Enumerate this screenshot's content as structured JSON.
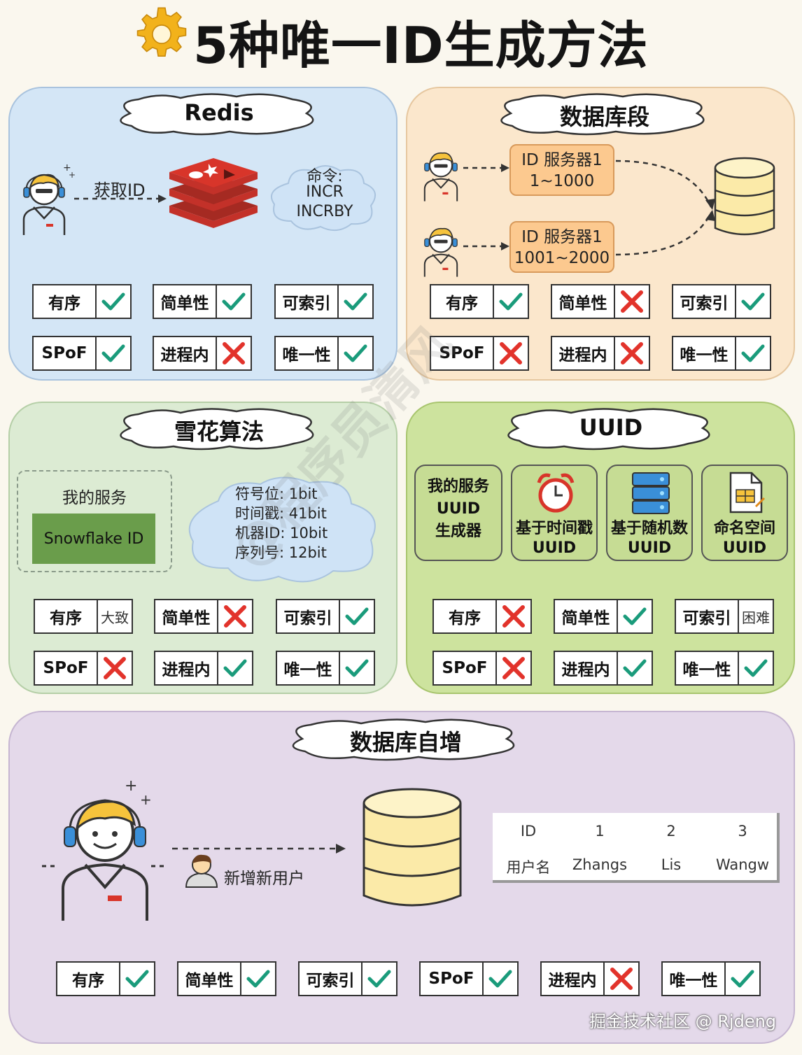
{
  "title": "5种唯一ID生成方法",
  "icons": {
    "title": "gear-icon",
    "person": "support-agent-icon",
    "redis": "redis-logo-icon",
    "database": "database-icon",
    "check": "check-icon",
    "cross": "cross-icon",
    "clock": "alarm-clock-icon",
    "server": "server-rack-icon",
    "document": "spreadsheet-doc-icon",
    "user": "user-avatar-icon"
  },
  "colors": {
    "check": "#1a9b7b",
    "cross": "#e2332b",
    "redis_red": "#d8352a",
    "database_fill": "#fbeaa8",
    "snowflake_box": "#6a9d4b"
  },
  "redis": {
    "header": "Redis",
    "arrow_label": "获取ID",
    "cloud_lines": [
      "命令:",
      "INCR",
      "INCRBY"
    ],
    "props": [
      {
        "label": "有序",
        "mark": "check"
      },
      {
        "label": "简单性",
        "mark": "check"
      },
      {
        "label": "可索引",
        "mark": "check"
      },
      {
        "label": "SPoF",
        "mark": "check"
      },
      {
        "label": "进程内",
        "mark": "cross"
      },
      {
        "label": "唯一性",
        "mark": "check"
      }
    ]
  },
  "segment": {
    "header": "数据库段",
    "servers": [
      {
        "line1": "ID 服务器1",
        "line2": "1~1000"
      },
      {
        "line1": "ID 服务器1",
        "line2": "1001~2000"
      }
    ],
    "props": [
      {
        "label": "有序",
        "mark": "check"
      },
      {
        "label": "简单性",
        "mark": "cross"
      },
      {
        "label": "可索引",
        "mark": "check"
      },
      {
        "label": "SPoF",
        "mark": "cross"
      },
      {
        "label": "进程内",
        "mark": "cross"
      },
      {
        "label": "唯一性",
        "mark": "check"
      }
    ]
  },
  "snowflake": {
    "header": "雪花算法",
    "service_label": "我的服务",
    "box_label": "Snowflake ID",
    "cloud_lines": [
      "符号位: 1bit",
      "时间戳: 41bit",
      "机器ID: 10bit",
      "序列号: 12bit"
    ],
    "props": [
      {
        "label": "有序",
        "mark": "text",
        "text": "大致"
      },
      {
        "label": "简单性",
        "mark": "cross"
      },
      {
        "label": "可索引",
        "mark": "check"
      },
      {
        "label": "SPoF",
        "mark": "cross"
      },
      {
        "label": "进程内",
        "mark": "check"
      },
      {
        "label": "唯一性",
        "mark": "check"
      }
    ]
  },
  "uuid": {
    "header": "UUID",
    "cards": [
      {
        "line1": "我的服务",
        "line2": "UUID",
        "line3": "生成器"
      },
      {
        "line1": "基于时间戳",
        "line2": "UUID"
      },
      {
        "line1": "基于随机数",
        "line2": "UUID"
      },
      {
        "line1": "命名空间",
        "line2": "UUID"
      }
    ],
    "props": [
      {
        "label": "有序",
        "mark": "cross"
      },
      {
        "label": "简单性",
        "mark": "check"
      },
      {
        "label": "可索引",
        "mark": "text",
        "text": "困难"
      },
      {
        "label": "SPoF",
        "mark": "cross"
      },
      {
        "label": "进程内",
        "mark": "check"
      },
      {
        "label": "唯一性",
        "mark": "check"
      }
    ]
  },
  "autoinc": {
    "header": "数据库自增",
    "arrow_label": "新增新用户",
    "table": {
      "row1": [
        "ID",
        "1",
        "2",
        "3"
      ],
      "row2": [
        "用户名",
        "Zhangs",
        "Lis",
        "Wangw"
      ]
    },
    "props": [
      {
        "label": "有序",
        "mark": "check"
      },
      {
        "label": "简单性",
        "mark": "check"
      },
      {
        "label": "可索引",
        "mark": "check"
      },
      {
        "label": "SPoF",
        "mark": "check"
      },
      {
        "label": "进程内",
        "mark": "cross"
      },
      {
        "label": "唯一性",
        "mark": "check"
      }
    ]
  },
  "watermark": "@程序员清风",
  "footer": "掘金技术社区 @ Rjdeng"
}
